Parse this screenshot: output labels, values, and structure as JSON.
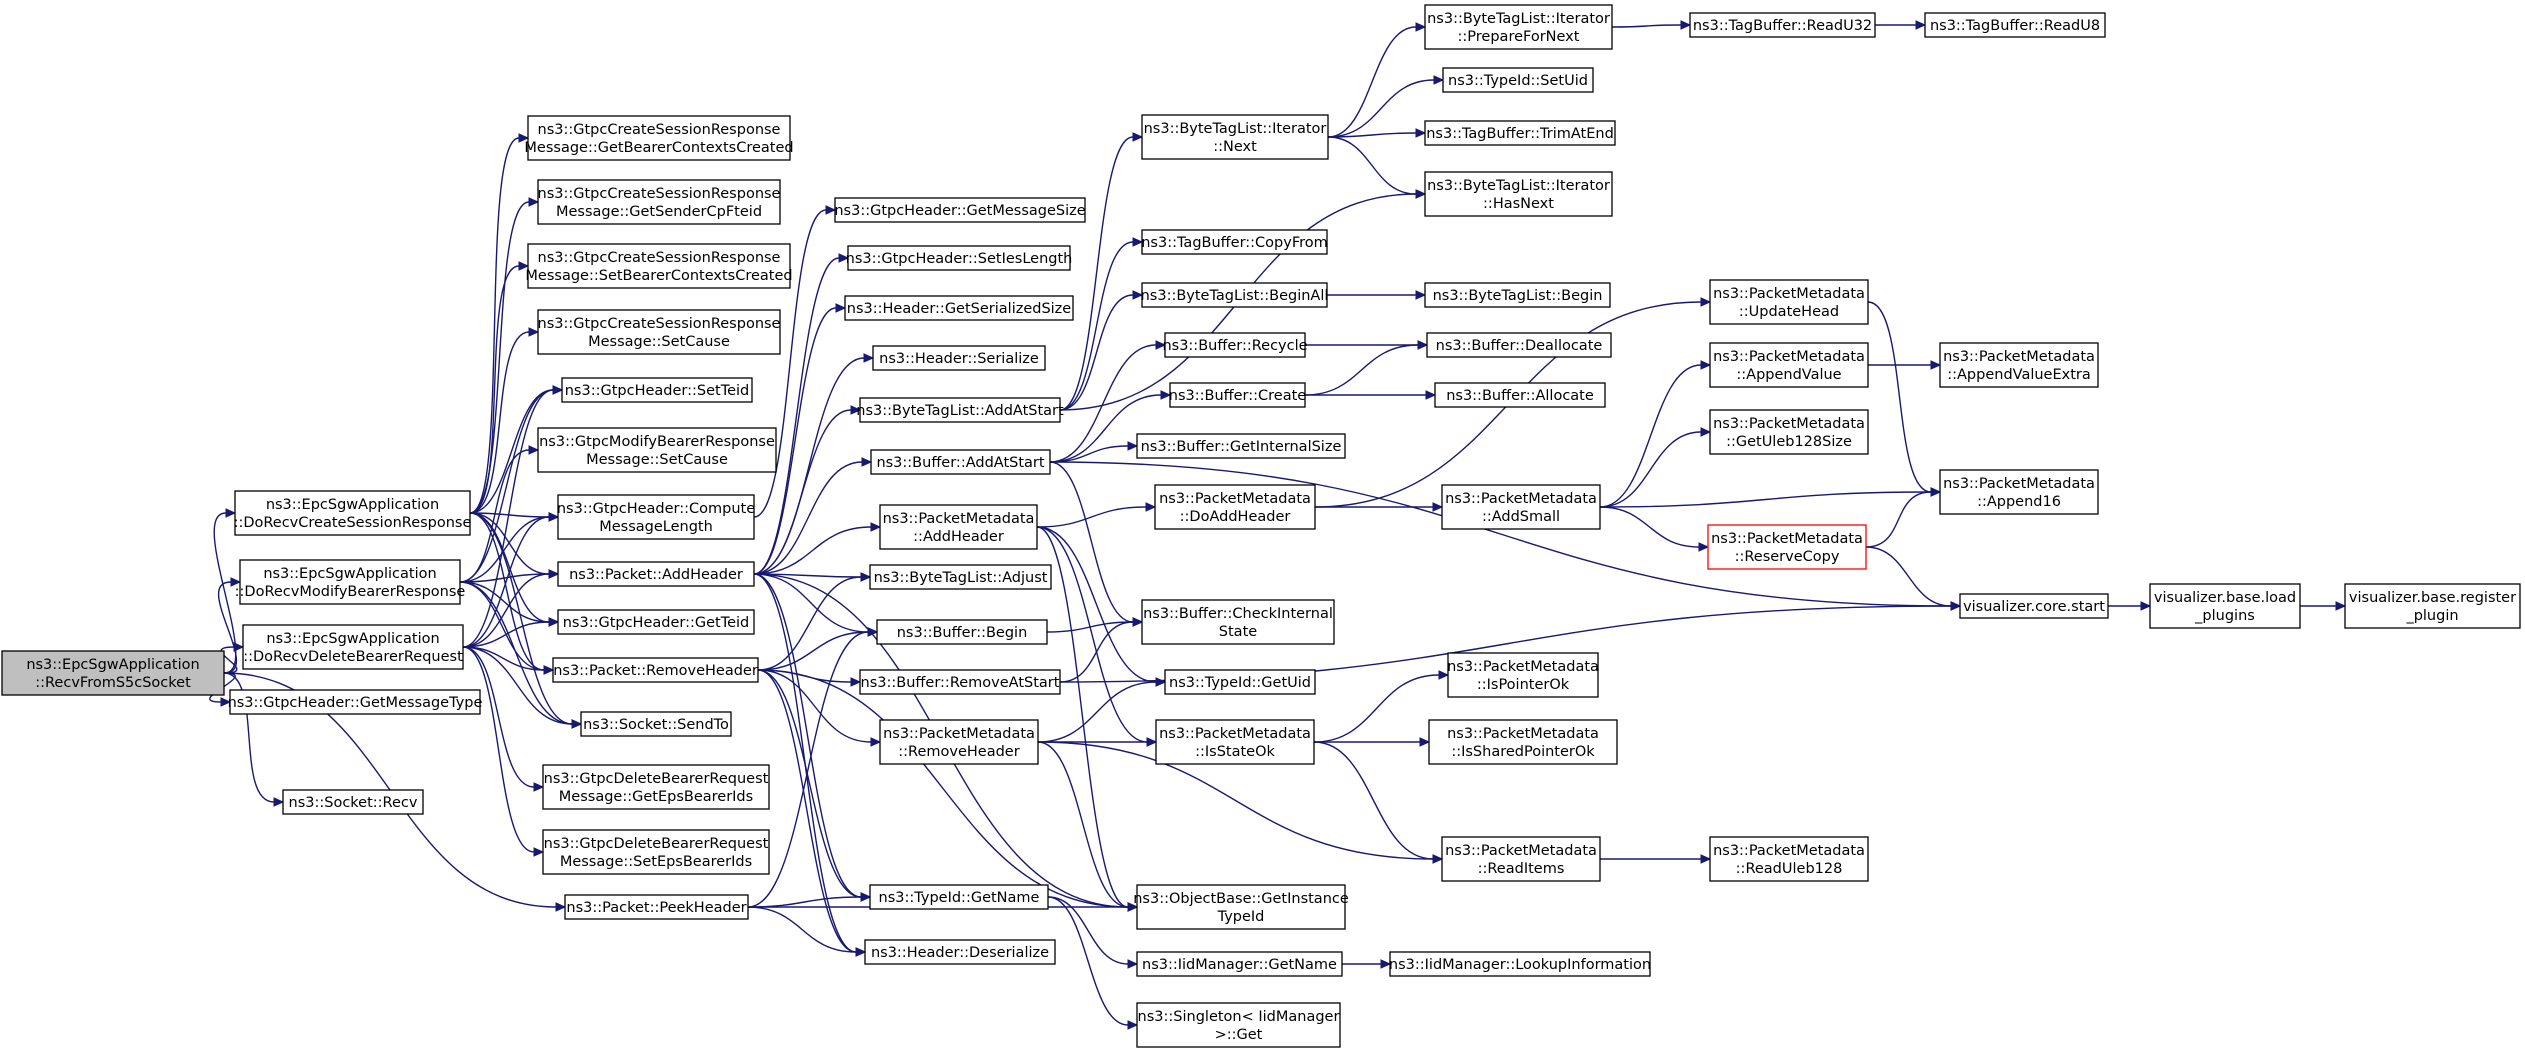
{
  "colors": {
    "edge": "#191970",
    "root_fill": "#bfbfbf",
    "highlight_border": "#ff0000"
  },
  "diagram": {
    "type": "call-graph",
    "nodes": [
      {
        "id": "root",
        "lines": [
          "ns3::EpcSgwApplication",
          "::RecvFromS5cSocket"
        ]
      },
      {
        "id": "createResp",
        "lines": [
          "ns3::EpcSgwApplication",
          "::DoRecvCreateSessionResponse"
        ]
      },
      {
        "id": "modifyReq",
        "lines": [
          "ns3::EpcSgwApplication",
          "::DoRecvModifyBearerResponse"
        ]
      },
      {
        "id": "deleteReq",
        "lines": [
          "ns3::EpcSgwApplication",
          "::DoRecvDeleteBearerRequest"
        ]
      },
      {
        "id": "getMsgType",
        "lines": [
          "ns3::GtpcHeader::GetMessageType"
        ]
      },
      {
        "id": "sockRecv",
        "lines": [
          "ns3::Socket::Recv"
        ]
      },
      {
        "id": "getBearerCtx",
        "lines": [
          "ns3::GtpcCreateSessionResponse",
          "Message::GetBearerContextsCreated"
        ]
      },
      {
        "id": "getSenderFteid",
        "lines": [
          "ns3::GtpcCreateSessionResponse",
          "Message::GetSenderCpFteid"
        ]
      },
      {
        "id": "setBearerCtx",
        "lines": [
          "ns3::GtpcCreateSessionResponse",
          "Message::SetBearerContextsCreated"
        ]
      },
      {
        "id": "setCauseCreate",
        "lines": [
          "ns3::GtpcCreateSessionResponse",
          "Message::SetCause"
        ]
      },
      {
        "id": "setTeid",
        "lines": [
          "ns3::GtpcHeader::SetTeid"
        ]
      },
      {
        "id": "setCauseModify",
        "lines": [
          "ns3::GtpcModifyBearerResponse",
          "Message::SetCause"
        ]
      },
      {
        "id": "computeLen",
        "lines": [
          "ns3::GtpcHeader::Compute",
          "MessageLength"
        ]
      },
      {
        "id": "addHeader",
        "lines": [
          "ns3::Packet::AddHeader"
        ]
      },
      {
        "id": "getTeid",
        "lines": [
          "ns3::GtpcHeader::GetTeid"
        ]
      },
      {
        "id": "removeHeader",
        "lines": [
          "ns3::Packet::RemoveHeader"
        ]
      },
      {
        "id": "sendTo",
        "lines": [
          "ns3::Socket::SendTo"
        ]
      },
      {
        "id": "getEpsIds",
        "lines": [
          "ns3::GtpcDeleteBearerRequest",
          "Message::GetEpsBearerIds"
        ]
      },
      {
        "id": "setEpsIds",
        "lines": [
          "ns3::GtpcDeleteBearerRequest",
          "Message::SetEpsBearerIds"
        ]
      },
      {
        "id": "peekHeader",
        "lines": [
          "ns3::Packet::PeekHeader"
        ]
      },
      {
        "id": "getMsgSize",
        "lines": [
          "ns3::GtpcHeader::GetMessageSize"
        ]
      },
      {
        "id": "setIesLen",
        "lines": [
          "ns3::GtpcHeader::SetIesLength"
        ]
      },
      {
        "id": "getSerSize",
        "lines": [
          "ns3::Header::GetSerializedSize"
        ]
      },
      {
        "id": "serialize",
        "lines": [
          "ns3::Header::Serialize"
        ]
      },
      {
        "id": "btlAddAtStart",
        "lines": [
          "ns3::ByteTagList::AddAtStart"
        ]
      },
      {
        "id": "bufAddAtStart",
        "lines": [
          "ns3::Buffer::AddAtStart"
        ]
      },
      {
        "id": "pmAddHeader",
        "lines": [
          "ns3::PacketMetadata",
          "::AddHeader"
        ]
      },
      {
        "id": "btlAdjust",
        "lines": [
          "ns3::ByteTagList::Adjust"
        ]
      },
      {
        "id": "bufBegin",
        "lines": [
          "ns3::Buffer::Begin"
        ]
      },
      {
        "id": "bufRemoveAtStart",
        "lines": [
          "ns3::Buffer::RemoveAtStart"
        ]
      },
      {
        "id": "pmRemoveHeader",
        "lines": [
          "ns3::PacketMetadata",
          "::RemoveHeader"
        ]
      },
      {
        "id": "typeGetName",
        "lines": [
          "ns3::TypeId::GetName"
        ]
      },
      {
        "id": "hdrDeserialize",
        "lines": [
          "ns3::Header::Deserialize"
        ]
      },
      {
        "id": "btlIterNext",
        "lines": [
          "ns3::ByteTagList::Iterator",
          "::Next"
        ]
      },
      {
        "id": "tbCopyFrom",
        "lines": [
          "ns3::TagBuffer::CopyFrom"
        ]
      },
      {
        "id": "btlBeginAll",
        "lines": [
          "ns3::ByteTagList::BeginAll"
        ]
      },
      {
        "id": "bufRecycle",
        "lines": [
          "ns3::Buffer::Recycle"
        ]
      },
      {
        "id": "bufCreate",
        "lines": [
          "ns3::Buffer::Create"
        ]
      },
      {
        "id": "bufGetInternalSize",
        "lines": [
          "ns3::Buffer::GetInternalSize"
        ]
      },
      {
        "id": "pmDoAddHeader",
        "lines": [
          "ns3::PacketMetadata",
          "::DoAddHeader"
        ]
      },
      {
        "id": "bufCheckInternal",
        "lines": [
          "ns3::Buffer::CheckInternal",
          "State"
        ]
      },
      {
        "id": "typeGetUid",
        "lines": [
          "ns3::TypeId::GetUid"
        ]
      },
      {
        "id": "pmIsStateOk",
        "lines": [
          "ns3::PacketMetadata",
          "::IsStateOk"
        ]
      },
      {
        "id": "getInstanceTypeId",
        "lines": [
          "ns3::ObjectBase::GetInstance",
          "TypeId"
        ]
      },
      {
        "id": "iidGetName",
        "lines": [
          "ns3::IidManager::GetName"
        ]
      },
      {
        "id": "singletonGet",
        "lines": [
          "ns3::Singleton< IidManager",
          ">::Get"
        ]
      },
      {
        "id": "btlIterPrepare",
        "lines": [
          "ns3::ByteTagList::Iterator",
          "::PrepareForNext"
        ]
      },
      {
        "id": "typeSetUid",
        "lines": [
          "ns3::TypeId::SetUid"
        ]
      },
      {
        "id": "tbTrimAtEnd",
        "lines": [
          "ns3::TagBuffer::TrimAtEnd"
        ]
      },
      {
        "id": "btlIterHasNext",
        "lines": [
          "ns3::ByteTagList::Iterator",
          "::HasNext"
        ]
      },
      {
        "id": "btlBegin",
        "lines": [
          "ns3::ByteTagList::Begin"
        ]
      },
      {
        "id": "bufDeallocate",
        "lines": [
          "ns3::Buffer::Deallocate"
        ]
      },
      {
        "id": "bufAllocate",
        "lines": [
          "ns3::Buffer::Allocate"
        ]
      },
      {
        "id": "pmAddSmall",
        "lines": [
          "ns3::PacketMetadata",
          "::AddSmall"
        ]
      },
      {
        "id": "pmIsPointerOk",
        "lines": [
          "ns3::PacketMetadata",
          "::IsPointerOk"
        ]
      },
      {
        "id": "pmIsSharedPointerOk",
        "lines": [
          "ns3::PacketMetadata",
          "::IsSharedPointerOk"
        ]
      },
      {
        "id": "pmReadItems",
        "lines": [
          "ns3::PacketMetadata",
          "::ReadItems"
        ]
      },
      {
        "id": "iidLookup",
        "lines": [
          "ns3::IidManager::LookupInformation"
        ]
      },
      {
        "id": "tbReadU32",
        "lines": [
          "ns3::TagBuffer::ReadU32"
        ]
      },
      {
        "id": "tbReadU8",
        "lines": [
          "ns3::TagBuffer::ReadU8"
        ]
      },
      {
        "id": "pmUpdateHead",
        "lines": [
          "ns3::PacketMetadata",
          "::UpdateHead"
        ]
      },
      {
        "id": "pmAppendValue",
        "lines": [
          "ns3::PacketMetadata",
          "::AppendValue"
        ]
      },
      {
        "id": "pmGetUleb",
        "lines": [
          "ns3::PacketMetadata",
          "::GetUleb128Size"
        ]
      },
      {
        "id": "pmReserveCopy",
        "lines": [
          "ns3::PacketMetadata",
          "::ReserveCopy"
        ]
      },
      {
        "id": "pmReadUleb",
        "lines": [
          "ns3::PacketMetadata",
          "::ReadUleb128"
        ]
      },
      {
        "id": "pmAppendValueExtra",
        "lines": [
          "ns3::PacketMetadata",
          "::AppendValueExtra"
        ]
      },
      {
        "id": "pmAppend16",
        "lines": [
          "ns3::PacketMetadata",
          "::Append16"
        ]
      },
      {
        "id": "vizStart",
        "lines": [
          "visualizer.core.start"
        ]
      },
      {
        "id": "vizLoad",
        "lines": [
          "visualizer.base.load",
          "_plugins"
        ]
      },
      {
        "id": "vizRegister",
        "lines": [
          "visualizer.base.register",
          "_plugin"
        ]
      }
    ]
  }
}
